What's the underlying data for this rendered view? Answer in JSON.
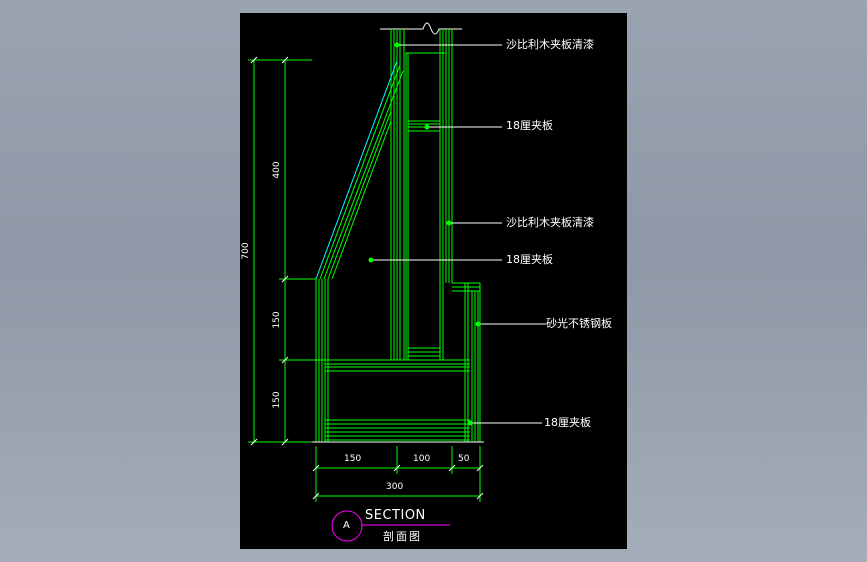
{
  "colors": {
    "background_top": "#9aa4b1",
    "sheet": "#000000",
    "outline": "#00ff00",
    "accent_line": "#00ffff",
    "leader": "#ffffff",
    "title_circle": "#ff00ff",
    "text": "#ffffff"
  },
  "labels": {
    "top_finish": "沙比利木夹板清漆",
    "plywood_upper": "18厘夹板",
    "mid_finish": "沙比利木夹板清漆",
    "plywood_mid": "18厘夹板",
    "steel": "砂光不锈钢板",
    "plywood_base": "18厘夹板"
  },
  "dimensions": {
    "total_height": "700",
    "upper_height": "400",
    "middle_height": "150",
    "lower_height": "150",
    "width_left": "150",
    "width_mid": "100",
    "width_right": "50",
    "total_width": "300"
  },
  "title_block": {
    "marker": "A",
    "title": "SECTION",
    "subtitle": "剖面图"
  }
}
